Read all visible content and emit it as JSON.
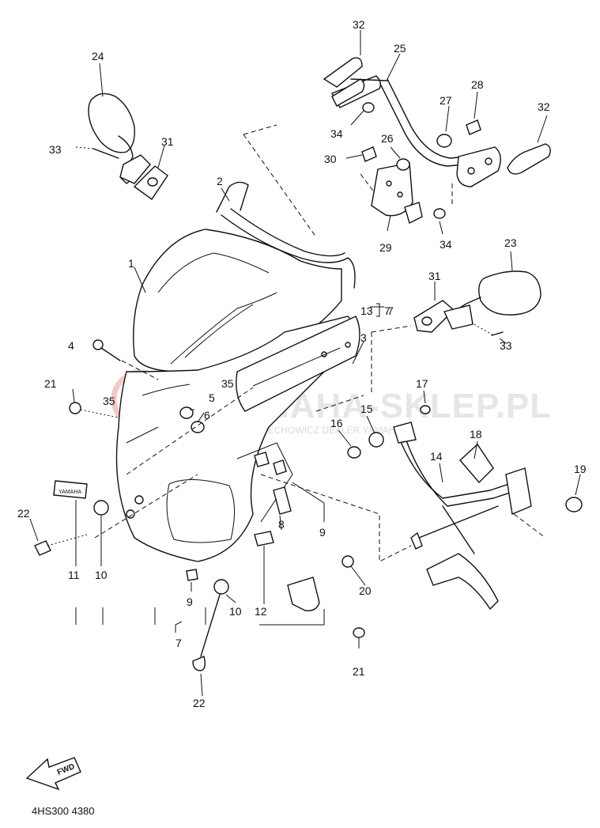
{
  "diagram": {
    "code": "4HS300 4380",
    "fwd_label": "FWD",
    "emblem_label": "YAMAHA",
    "bracket_label": "7",
    "watermark": {
      "title": "YAMAHA-SKLEP.PL",
      "subtitle": "WOJCIECHOWICZ DEALER YAMAHA"
    },
    "parts": [
      {
        "id": "p1",
        "num": "1"
      },
      {
        "id": "p2",
        "num": "2"
      },
      {
        "id": "p3",
        "num": "3"
      },
      {
        "id": "p4",
        "num": "4"
      },
      {
        "id": "p5",
        "num": "5"
      },
      {
        "id": "p6",
        "num": "6"
      },
      {
        "id": "p7",
        "num": "7"
      },
      {
        "id": "p8",
        "num": "8"
      },
      {
        "id": "p9a",
        "num": "9"
      },
      {
        "id": "p9b",
        "num": "9"
      },
      {
        "id": "p10a",
        "num": "10"
      },
      {
        "id": "p10b",
        "num": "10"
      },
      {
        "id": "p11",
        "num": "11"
      },
      {
        "id": "p12",
        "num": "12"
      },
      {
        "id": "p13",
        "num": "13"
      },
      {
        "id": "p14",
        "num": "14"
      },
      {
        "id": "p15",
        "num": "15"
      },
      {
        "id": "p16",
        "num": "16"
      },
      {
        "id": "p17",
        "num": "17"
      },
      {
        "id": "p18",
        "num": "18"
      },
      {
        "id": "p19",
        "num": "19"
      },
      {
        "id": "p20",
        "num": "20"
      },
      {
        "id": "p21a",
        "num": "21"
      },
      {
        "id": "p21b",
        "num": "21"
      },
      {
        "id": "p22a",
        "num": "22"
      },
      {
        "id": "p22b",
        "num": "22"
      },
      {
        "id": "p23",
        "num": "23"
      },
      {
        "id": "p24",
        "num": "24"
      },
      {
        "id": "p25",
        "num": "25"
      },
      {
        "id": "p26",
        "num": "26"
      },
      {
        "id": "p27",
        "num": "27"
      },
      {
        "id": "p28",
        "num": "28"
      },
      {
        "id": "p29",
        "num": "29"
      },
      {
        "id": "p30",
        "num": "30"
      },
      {
        "id": "p31a",
        "num": "31"
      },
      {
        "id": "p31b",
        "num": "31"
      },
      {
        "id": "p32a",
        "num": "32"
      },
      {
        "id": "p32b",
        "num": "32"
      },
      {
        "id": "p33a",
        "num": "33"
      },
      {
        "id": "p33b",
        "num": "33"
      },
      {
        "id": "p34a",
        "num": "34"
      },
      {
        "id": "p34b",
        "num": "34"
      },
      {
        "id": "p35a",
        "num": "35"
      },
      {
        "id": "p35b",
        "num": "35"
      },
      {
        "id": "p7b",
        "num": "7"
      }
    ]
  }
}
